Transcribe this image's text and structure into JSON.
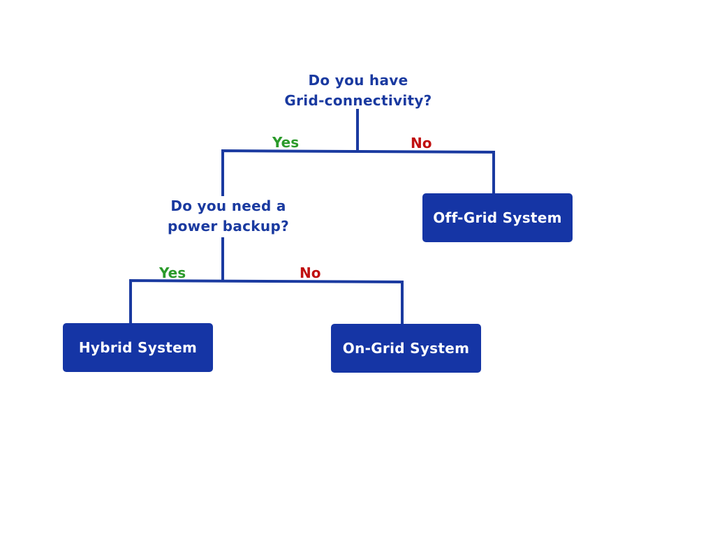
{
  "colors": {
    "line": "#1a3aa0",
    "question_text": "#1a3aa0",
    "yes_label": "#2a9a2a",
    "no_label": "#c01010",
    "result_fill": "#1535a5",
    "result_text": "#ffffff"
  },
  "questions": [
    {
      "lines": [
        "Do you have",
        "Grid-connectivity?"
      ]
    },
    {
      "lines": [
        "Do you need a",
        "power backup?"
      ]
    }
  ],
  "branches": [
    {
      "yes": "Yes",
      "no": "No"
    },
    {
      "yes": "Yes",
      "no": "No"
    }
  ],
  "results": {
    "off_grid": "Off-Grid System",
    "hybrid": "Hybrid System",
    "on_grid": "On-Grid System"
  }
}
